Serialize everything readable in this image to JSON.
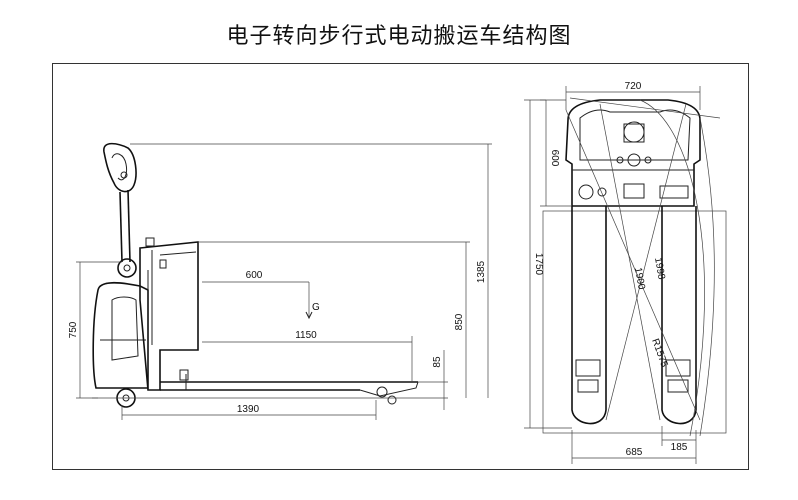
{
  "title": "电子转向步行式电动搬运车结构图",
  "side_view": {
    "dims": {
      "overall_length": "1390",
      "load_center": "600",
      "fork_length": "1150",
      "body_height": "750",
      "handle_height": "1385",
      "mast_height": "850",
      "fork_height": "85",
      "cg_label": "G"
    }
  },
  "top_view": {
    "dims": {
      "body_width": "720",
      "body_length": "600",
      "total_length": "1750",
      "diag_a": "1900",
      "diag_b": "1998",
      "turning_radius": "R1575",
      "fork_outer_width": "685",
      "fork_width": "185"
    }
  },
  "colors": {
    "line": "#222222",
    "background": "#ffffff"
  }
}
